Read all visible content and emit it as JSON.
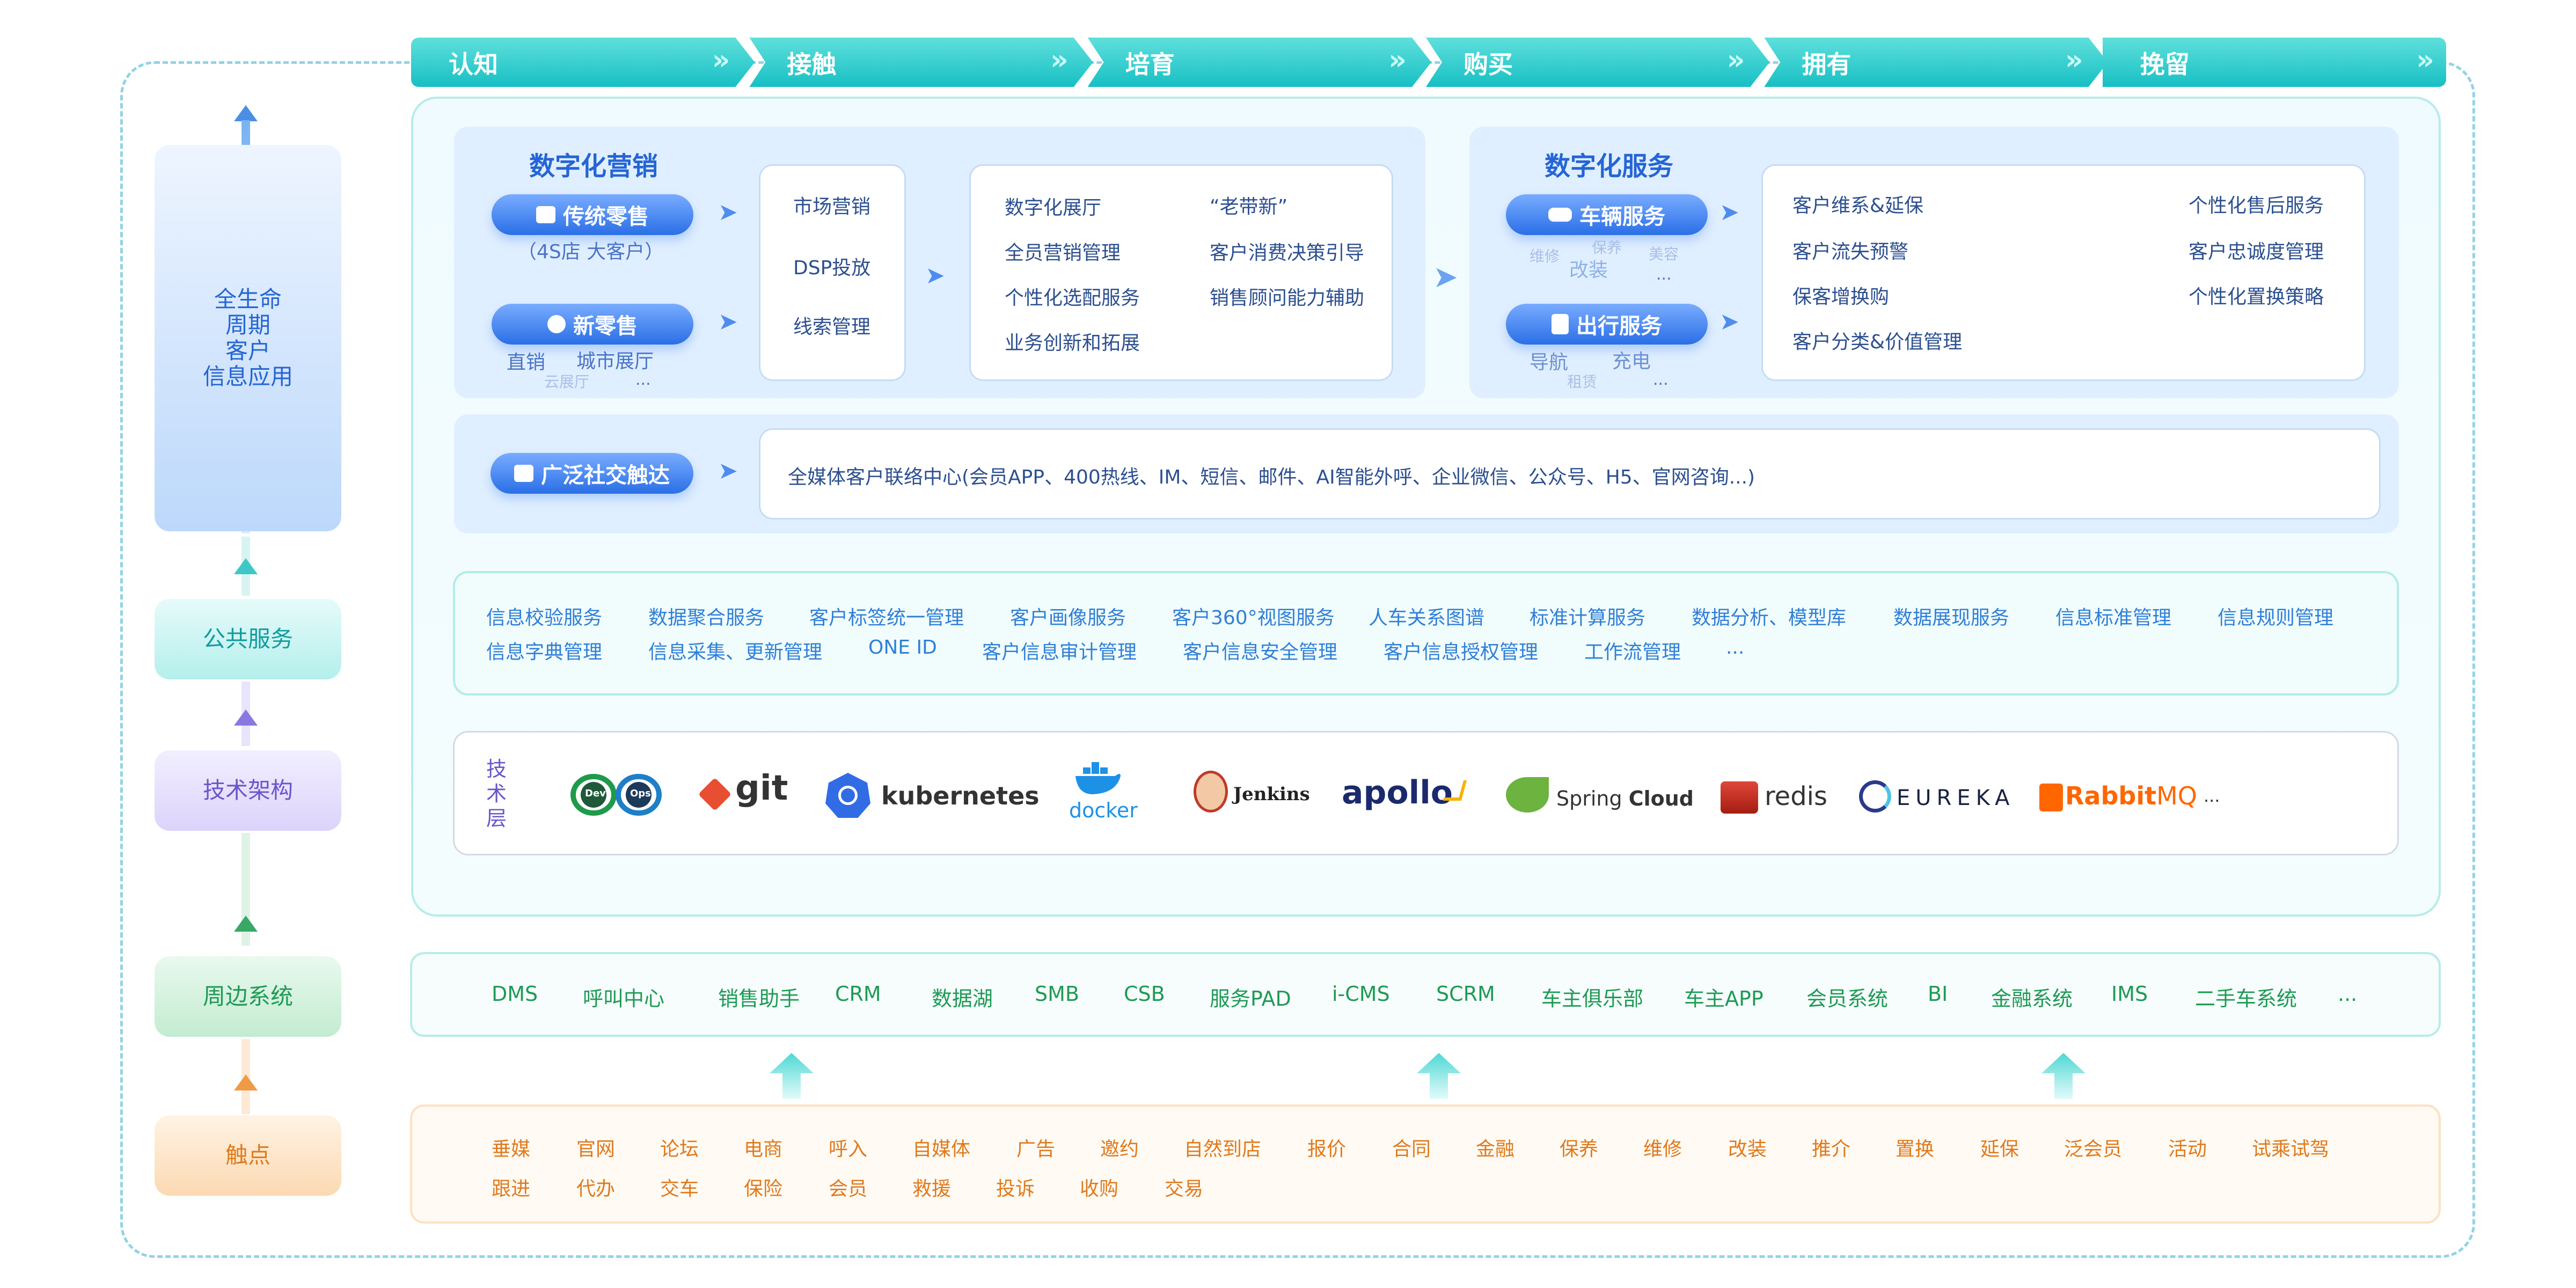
{
  "stages": [
    "认知",
    "接触",
    "培育",
    "购买",
    "拥有",
    "挽留"
  ],
  "stage_chevron": "»",
  "left_labels": {
    "lifecycle": [
      "全生命",
      "周期",
      "客户",
      "信息应用"
    ],
    "public": "公共服务",
    "tech": "技术架构",
    "peripheral": "周边系统",
    "touch": "触点"
  },
  "marketing": {
    "title": "数字化营销",
    "traditional": {
      "label": "传统零售",
      "sub": "（4S店   大客户）"
    },
    "newretail": {
      "label": "新零售",
      "sub1": "直销",
      "sub2": "城市展厅",
      "sub3": "云展厅",
      "sub4": "..."
    },
    "channels": [
      "市场营销",
      "DSP投放",
      "线索管理"
    ],
    "features_left": [
      "数字化展厅",
      "全员营销管理",
      "个性化选配服务",
      "业务创新和拓展"
    ],
    "features_right": [
      "“老带新”",
      "客户消费决策引导",
      "销售顾问能力辅助"
    ]
  },
  "service": {
    "title": "数字化服务",
    "vehicle": {
      "label": "车辆服务",
      "tags": [
        "维修",
        "保养",
        "美容",
        "改装",
        "..."
      ]
    },
    "travel": {
      "label": "出行服务",
      "tags": [
        "导航",
        "充电",
        "租赁",
        "..."
      ]
    },
    "items_left": [
      "客户维系&延保",
      "客户流失预警",
      "保客增换购",
      "客户分类&价值管理"
    ],
    "items_right": [
      "个性化售后服务",
      "客户忠诚度管理",
      "个性化置换策略"
    ]
  },
  "social": {
    "label": "广泛社交触达",
    "desc": "全媒体客户联络中心(会员APP、400热线、IM、短信、邮件、AI智能外呼、企业微信、公众号、H5、官网咨询...)"
  },
  "public_services": {
    "row1": [
      "信息校验服务",
      "数据聚合服务",
      "客户标签统一管理",
      "客户画像服务",
      "客户360°视图服务",
      "人车关系图谱",
      "标准计算服务",
      "数据分析、模型库",
      "数据展现服务",
      "信息标准管理",
      "信息规则管理"
    ],
    "row2": [
      "信息字典管理",
      "信息采集、更新管理",
      "ONE ID",
      "客户信息审计管理",
      "客户信息安全管理",
      "客户信息授权管理",
      "工作流管理",
      "..."
    ]
  },
  "tech": {
    "label": [
      "技",
      "术",
      "层"
    ],
    "devops": [
      "Dev",
      "Ops"
    ],
    "git": "git",
    "kubernetes": "kubernetes",
    "docker": "docker",
    "jenkins": "Jenkins",
    "apollo": "apollo",
    "spring": [
      "Spring ",
      "Cloud"
    ],
    "redis": "redis",
    "eureka": "EUREKA",
    "rabbit": [
      "Rabbit",
      "MQ"
    ],
    "more": "..."
  },
  "peripheral": [
    "DMS",
    "呼叫中心",
    "销售助手",
    "CRM",
    "数据湖",
    "SMB",
    "CSB",
    "服务PAD",
    "i-CMS",
    "SCRM",
    "车主俱乐部",
    "车主APP",
    "会员系统",
    "BI",
    "金融系统",
    "IMS",
    "二手车系统",
    "..."
  ],
  "touchpoints": {
    "row1": [
      "垂媒",
      "官网",
      "论坛",
      "电商",
      "呼入",
      "自媒体",
      "广告",
      "邀约",
      "自然到店",
      "报价",
      "合同",
      "金融",
      "保养",
      "维修",
      "改装",
      "推介",
      "置换",
      "延保",
      "泛会员",
      "活动",
      "试乘试驾"
    ],
    "row2": [
      "跟进",
      "代办",
      "交车",
      "保险",
      "会员",
      "救援",
      "投诉",
      "收购",
      "交易"
    ]
  },
  "colors": {
    "teal": "#17bfc4",
    "blue": "#2a6fe6",
    "green": "#1f9a55",
    "orange": "#e07a1c",
    "purple": "#6b55c9"
  }
}
